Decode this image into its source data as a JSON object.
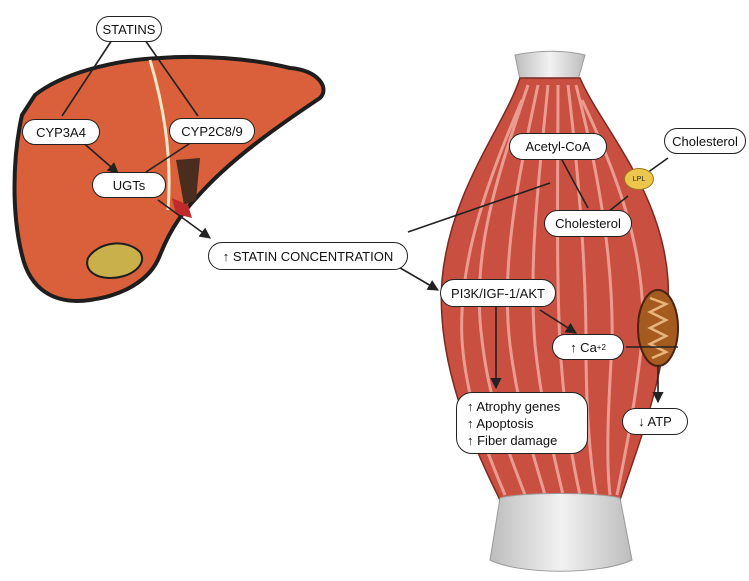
{
  "labels": {
    "statins": "STATINS",
    "cyp3a4": "CYP3A4",
    "cyp2c8": "CYP2C8/9",
    "ugts": "UGTs",
    "statin_conc": "↑ STATIN CONCENTRATION",
    "acetyl_coa": "Acetyl-CoA",
    "cholesterol_ext": "Cholesterol",
    "lpl": "LPL",
    "cholesterol_int": "Cholesterol",
    "pi3k": "PI3K/IGF-1/AKT",
    "ca_arrow": "↑ Ca",
    "ca_sup": "+2",
    "atp": "↓ ATP",
    "outcomes": [
      "↑ Atrophy genes",
      "↑ Apoptosis",
      "↑ Fiber damage"
    ]
  },
  "colors": {
    "liver": "#d9603a",
    "liver_outline": "#1e1e1e",
    "gallbladder": "#c9b04a",
    "muscle": "#c94f41",
    "muscle_fiber_light": "#f0aaa0",
    "tendon": "#d6d6d6",
    "mitochondria": "#a55a1f",
    "lpl": "#ecc64d",
    "arrow": "#222222"
  }
}
